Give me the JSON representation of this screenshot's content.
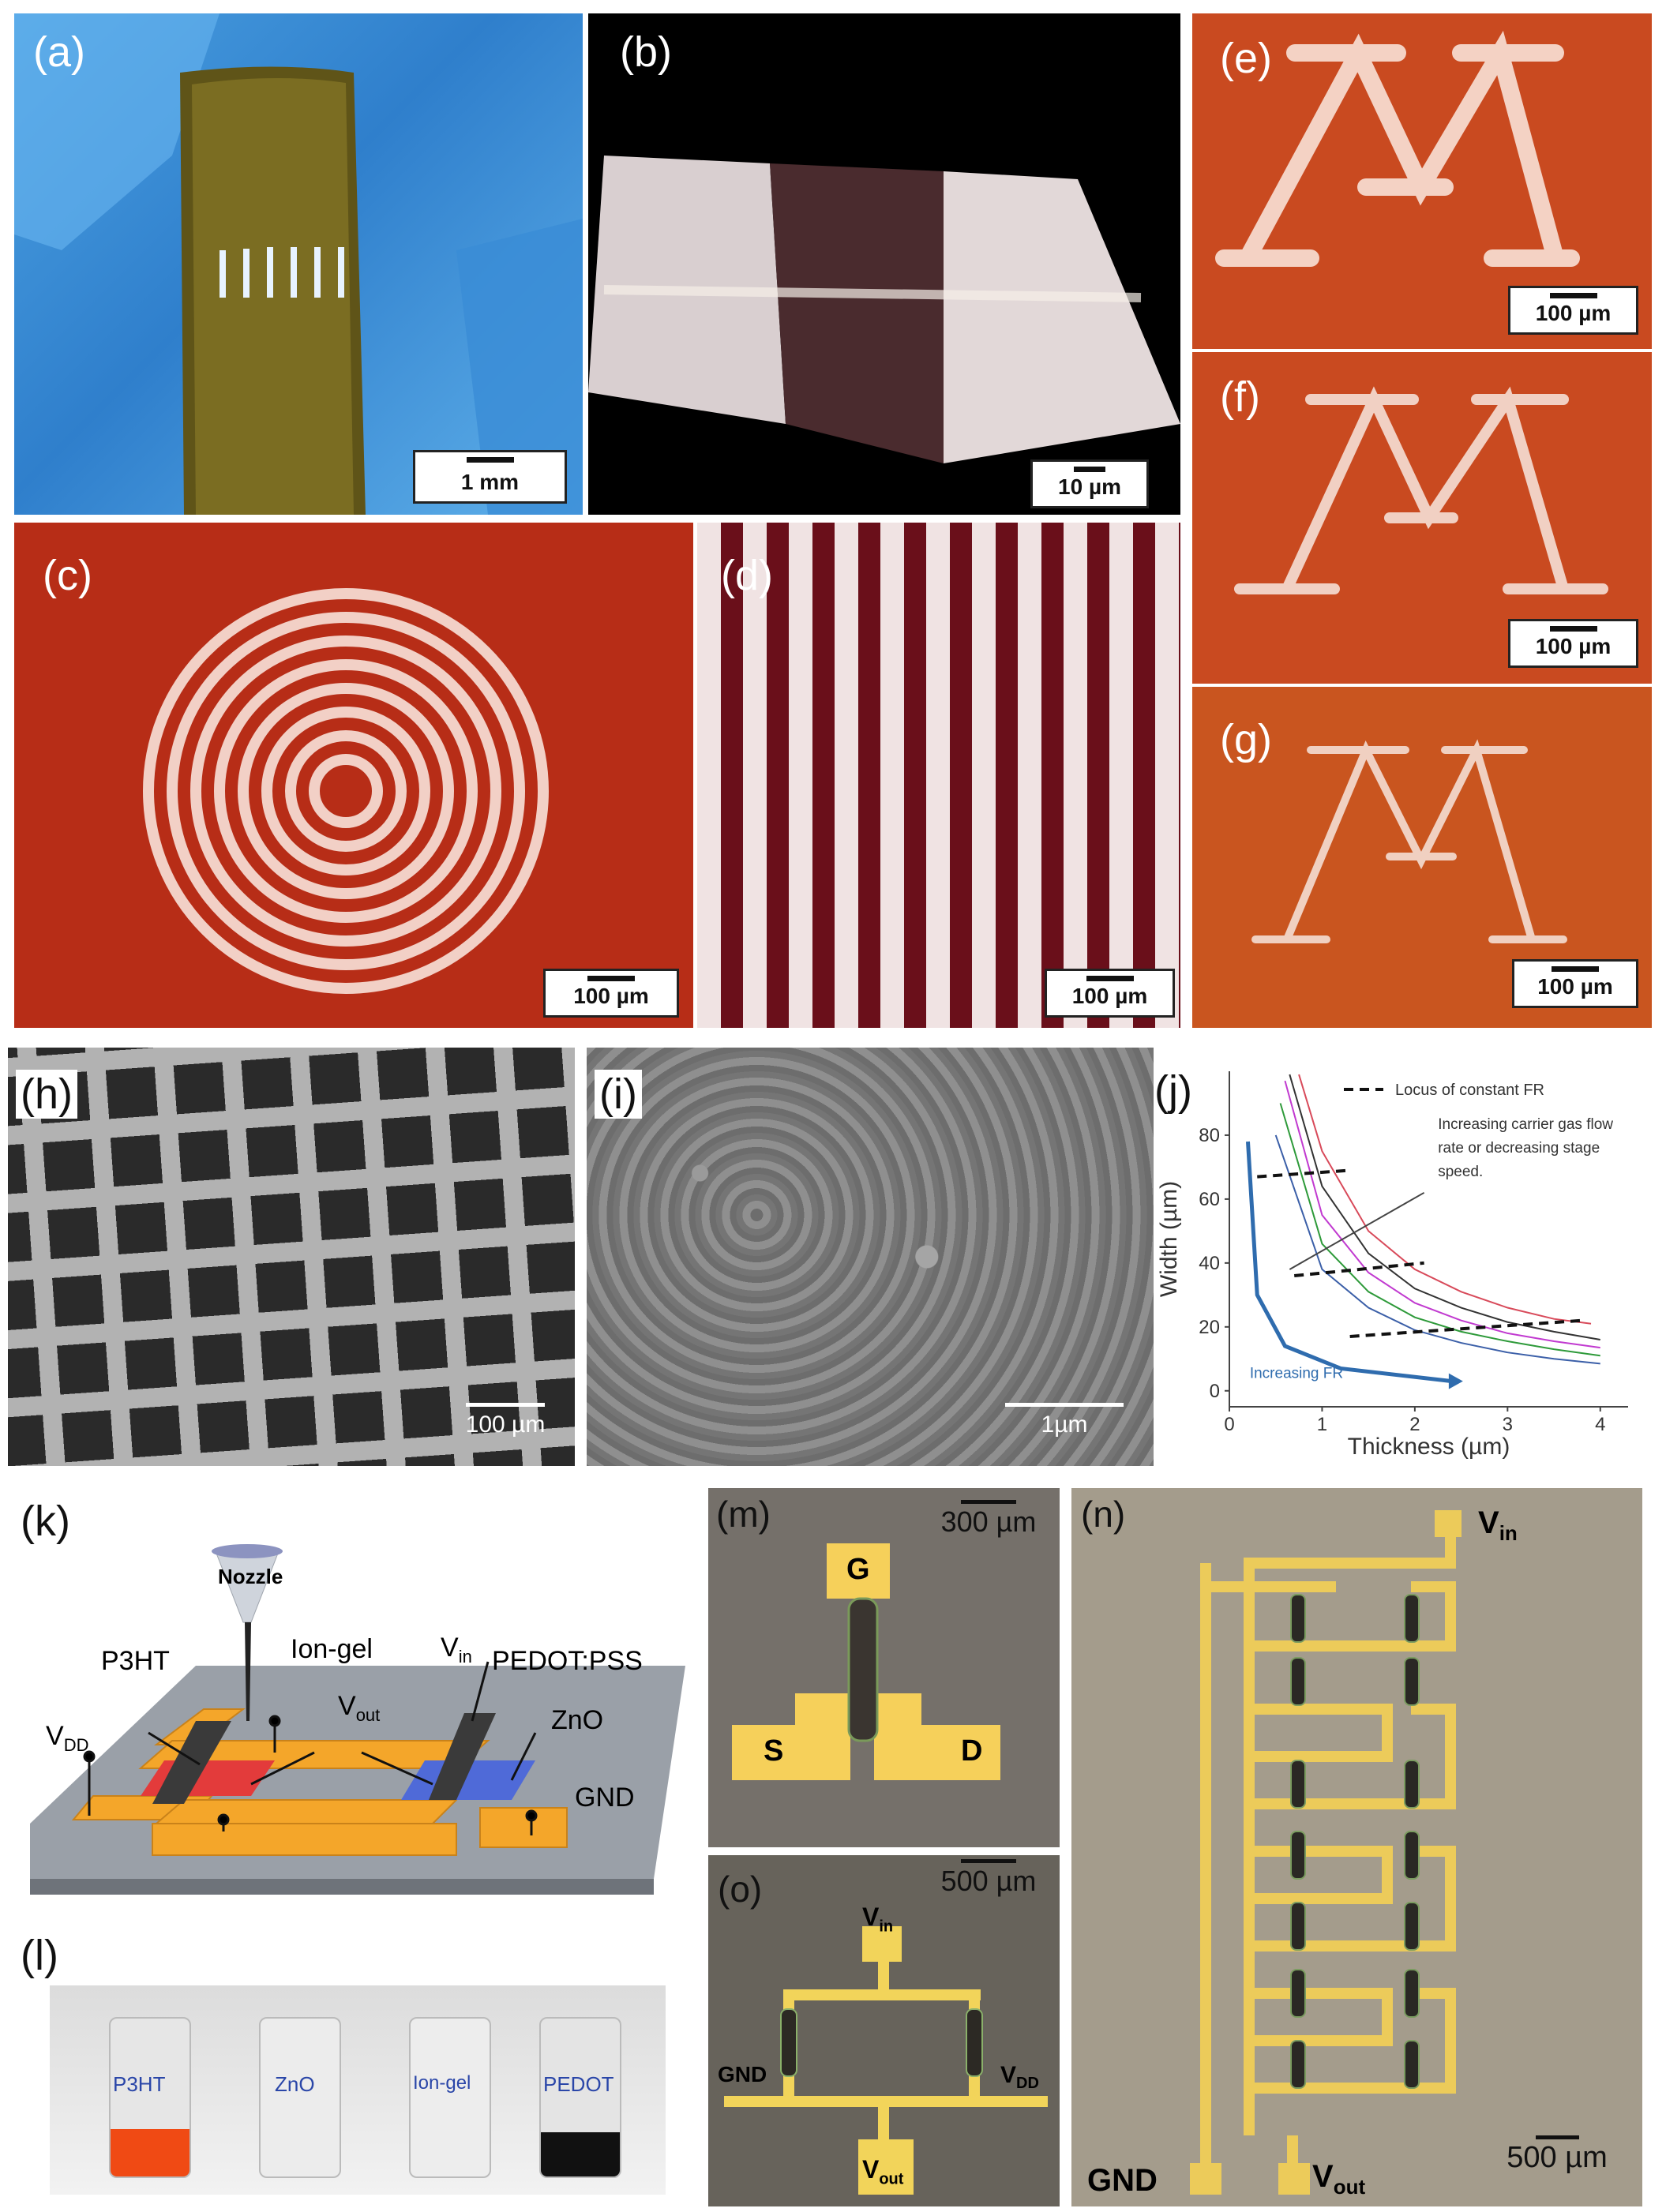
{
  "panels": {
    "a": {
      "label": "(a)",
      "scale": "1 mm"
    },
    "b": {
      "label": "(b)",
      "scale": "10 µm"
    },
    "c": {
      "label": "(c)",
      "scale": "100 µm"
    },
    "d": {
      "label": "(d)",
      "scale": "100 µm"
    },
    "e": {
      "label": "(e)",
      "scale": "100 µm"
    },
    "f": {
      "label": "(f)",
      "scale": "100 µm"
    },
    "g": {
      "label": "(g)",
      "scale": "100 µm"
    },
    "h": {
      "label": "(h)",
      "scale": "100 µm"
    },
    "i": {
      "label": "(i)",
      "scale": "1µm"
    },
    "j": {
      "label": "(j)"
    },
    "k": {
      "label": "(k)",
      "nozzle": "Nozzle",
      "p3ht": "P3HT",
      "ion_gel": "Ion-gel",
      "vin": "V",
      "vin_sub": "in",
      "pedot": "PEDOT:PSS",
      "zno": "ZnO",
      "vdd": "V",
      "vdd_sub": "DD",
      "vout": "V",
      "vout_sub": "out",
      "gnd": "GND"
    },
    "l": {
      "label": "(l)",
      "vials": [
        "P3HT",
        "ZnO",
        "Ion-gel",
        "PEDOT"
      ]
    },
    "m": {
      "label": "(m)",
      "scale": "300 µm",
      "g": "G",
      "s": "S",
      "d": "D"
    },
    "n": {
      "label": "(n)",
      "scale": "500 µm",
      "vin": "V",
      "vin_sub": "in",
      "gnd": "GND",
      "vout": "V",
      "vout_sub": "out"
    },
    "o": {
      "label": "(o)",
      "scale": "500 µm",
      "vin": "V",
      "vin_sub": "in",
      "gnd": "GND",
      "vdd": "V",
      "vdd_sub": "DD",
      "vout": "V",
      "vout_sub": "out"
    }
  },
  "chart_data": {
    "type": "line",
    "xlabel": "Thickness (µm)",
    "ylabel": "Width (µm)",
    "xlim": [
      0,
      4.3
    ],
    "ylim": [
      -5,
      100
    ],
    "xticks": [
      "0",
      "1",
      "2",
      "3",
      "4"
    ],
    "yticks": [
      "0",
      "20",
      "40",
      "60",
      "80"
    ],
    "legend": "Locus of constant FR",
    "annotation_flow": "Increasing carrier gas flow rate or decreasing stage speed.",
    "annotation_fr": "Increasing FR",
    "series": [
      {
        "color": "#3b5fa8",
        "x": [
          0.5,
          1,
          1.5,
          2,
          2.5,
          3,
          3.5,
          4
        ],
        "y": [
          80,
          38,
          26,
          19,
          15,
          12,
          10,
          8.5
        ]
      },
      {
        "color": "#2e9a3a",
        "x": [
          0.55,
          1,
          1.5,
          2,
          2.5,
          3,
          3.5,
          4
        ],
        "y": [
          90,
          46,
          31,
          23,
          18.5,
          15.5,
          13,
          11
        ]
      },
      {
        "color": "#c13ad0",
        "x": [
          0.6,
          1,
          1.5,
          2,
          2.5,
          3,
          3.5,
          4
        ],
        "y": [
          97,
          55,
          37,
          27.5,
          22,
          18,
          15.5,
          13.5
        ]
      },
      {
        "color": "#333333",
        "x": [
          0.65,
          1,
          1.5,
          2,
          2.5,
          3,
          3.5,
          4
        ],
        "y": [
          99,
          64,
          43,
          32,
          26,
          21.5,
          18.5,
          16
        ]
      },
      {
        "color": "#d84a5a",
        "x": [
          0.75,
          1,
          1.5,
          2,
          2.5,
          3,
          3.5,
          3.9
        ],
        "y": [
          99,
          75,
          50,
          38,
          31,
          26,
          22.5,
          21
        ]
      }
    ],
    "loci": [
      {
        "x": [
          0.3,
          1.3
        ],
        "y": [
          67,
          69
        ]
      },
      {
        "x": [
          0.7,
          2.1
        ],
        "y": [
          36,
          40
        ]
      },
      {
        "x": [
          1.3,
          3.8
        ],
        "y": [
          17,
          22
        ]
      }
    ],
    "fr_arrow": {
      "x": [
        0.2,
        0.3,
        0.6,
        1.2,
        2.4
      ],
      "y": [
        78,
        30,
        14,
        7,
        3
      ]
    }
  }
}
